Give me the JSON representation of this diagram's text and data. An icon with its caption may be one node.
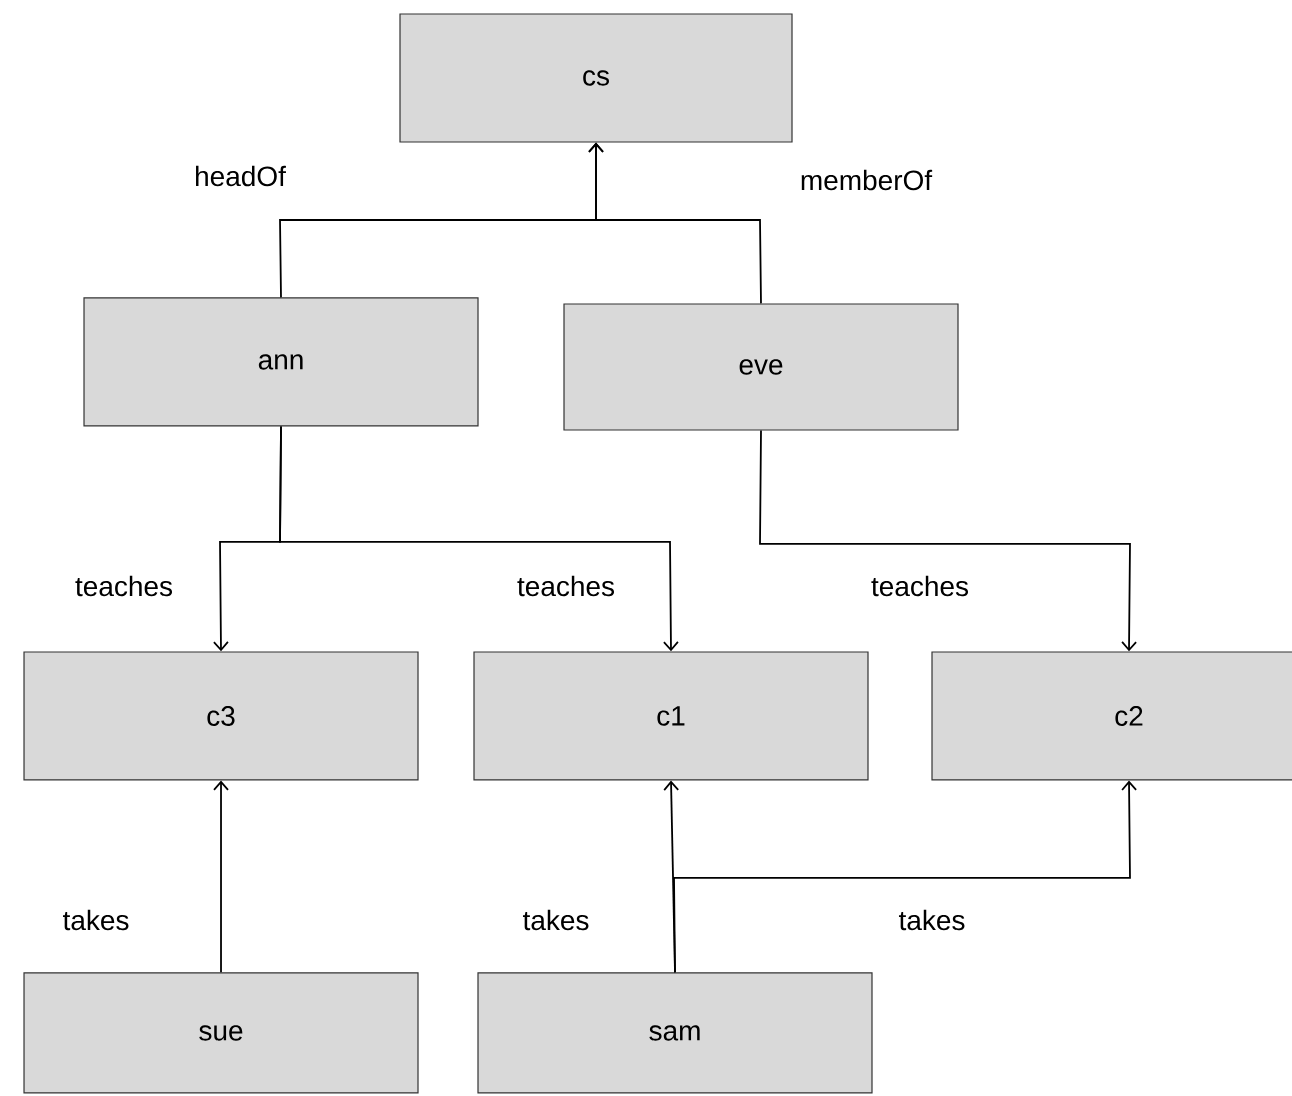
{
  "diagram": {
    "nodes": [
      {
        "text": [
          "cs"
        ]
      },
      {
        "text": [
          "ann"
        ]
      },
      {
        "text": [
          "eve"
        ]
      },
      {
        "text": [
          "c3"
        ]
      },
      {
        "text": [
          "c1"
        ]
      },
      {
        "text": [
          "c2"
        ]
      },
      {
        "text": [
          "sue"
        ]
      },
      {
        "text": [
          "sam"
        ]
      }
    ],
    "edges": [
      {
        "from": 1,
        "to": 0,
        "arrow": "to",
        "label": "headOf"
      },
      {
        "from": 2,
        "to": 0,
        "arrow": "to",
        "label": "memberOf"
      },
      {
        "from": 1,
        "to": 3,
        "arrow": "to",
        "label": "teaches"
      },
      {
        "from": 1,
        "to": 4,
        "arrow": "to",
        "label": "teaches"
      },
      {
        "from": 2,
        "to": 5,
        "arrow": "to",
        "label": "teaches"
      },
      {
        "from": 6,
        "to": 3,
        "arrow": "to",
        "label": "takes"
      },
      {
        "from": 7,
        "to": 4,
        "arrow": "to",
        "label": "takes"
      },
      {
        "from": 7,
        "to": 5,
        "arrow": "to",
        "label": "takes"
      }
    ]
  }
}
